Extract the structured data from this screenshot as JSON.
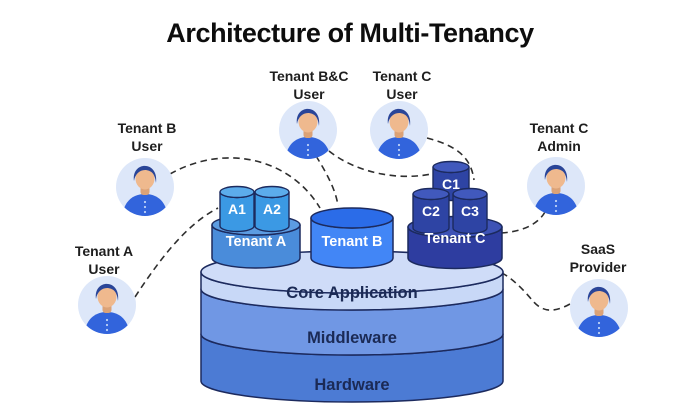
{
  "title": "Architecture of Multi-Tenancy",
  "personas": {
    "tenant_b_user": {
      "line1": "Tenant B",
      "line2": "User"
    },
    "tenant_bc_user": {
      "line1": "Tenant B&C",
      "line2": "User"
    },
    "tenant_c_user": {
      "line1": "Tenant C",
      "line2": "User"
    },
    "tenant_c_admin": {
      "line1": "Tenant C",
      "line2": "Admin"
    },
    "tenant_a_user": {
      "line1": "Tenant A",
      "line2": "User"
    },
    "saas_provider": {
      "line1": "SaaS",
      "line2": "Provider"
    }
  },
  "tenants": {
    "a": {
      "label": "Tenant A",
      "subs": [
        "A1",
        "A2"
      ]
    },
    "b": {
      "label": "Tenant B",
      "subs": []
    },
    "c": {
      "label": "Tenant C",
      "subs": [
        "C1",
        "C2",
        "C3"
      ]
    }
  },
  "stack": {
    "layers": [
      {
        "label": "Core Application"
      },
      {
        "label": "Middleware"
      },
      {
        "label": "Hardware"
      }
    ]
  },
  "colors": {
    "core": "#c8d8f7",
    "core_top": "#cfdcf8",
    "middleware": "#7097e4",
    "hardware": "#4c7bd4",
    "tenant_a_side": "#4a8cda",
    "tenant_a_top": "#5c9ce2",
    "sub_a_side": "#3b99e4",
    "sub_a_top": "#5caceb",
    "tenant_b_side": "#4286f6",
    "tenant_b_top": "#2b6ce8",
    "tenant_c_side": "#2e3da0",
    "tenant_c_top": "#3d52b5",
    "sub_c_side": "#2e44a4",
    "sub_c_top": "#4159bd",
    "avatar_bg": "#dde7f9",
    "hair": "#2a4598",
    "skin": "#efb98e",
    "neck": "#dba277",
    "shirt": "#3264dc",
    "connector": "#2e2e2e",
    "outline": "#1c2a5e"
  }
}
